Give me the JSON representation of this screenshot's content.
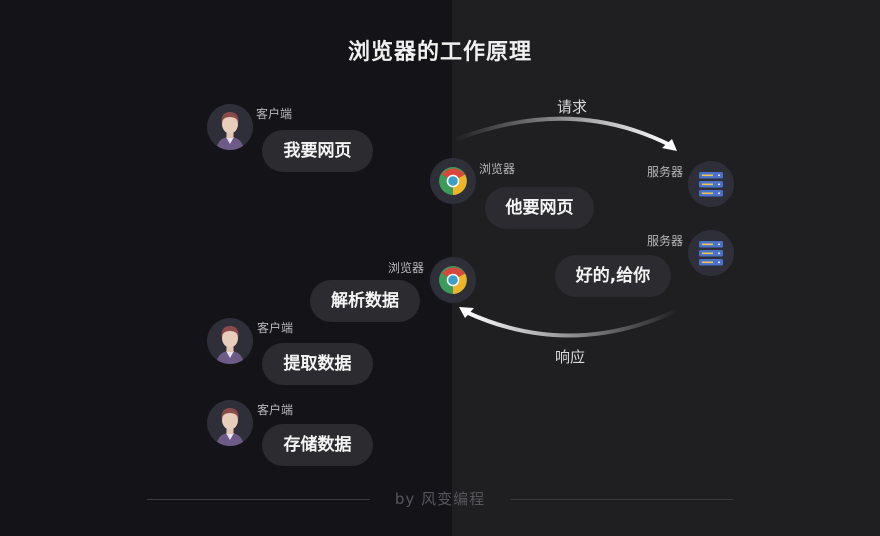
{
  "title": "浏览器的工作原理",
  "labels": {
    "client": "客户端",
    "browser": "浏览器",
    "server": "服务器"
  },
  "bubbles": {
    "client_request": "我要网页",
    "browser_request": "他要网页",
    "server_reply": "好的,给你",
    "browser_parse": "解析数据",
    "client_extract": "提取数据",
    "client_store": "存储数据"
  },
  "arrows": {
    "request": "请求",
    "response": "响应"
  },
  "footer": "by 风变编程",
  "icons": {
    "client": "person-avatar-icon",
    "browser": "chrome-browser-icon",
    "server": "server-rack-icon"
  },
  "colors": {
    "background_left": "#141418",
    "background_right": "#1f1f22",
    "bubble": "#2b2b30",
    "server_blue": "#4a72c8",
    "chrome_red": "#d8483a",
    "chrome_yellow": "#f0b429",
    "chrome_green": "#3a9b5a",
    "chrome_blue": "#3aa0c8"
  }
}
